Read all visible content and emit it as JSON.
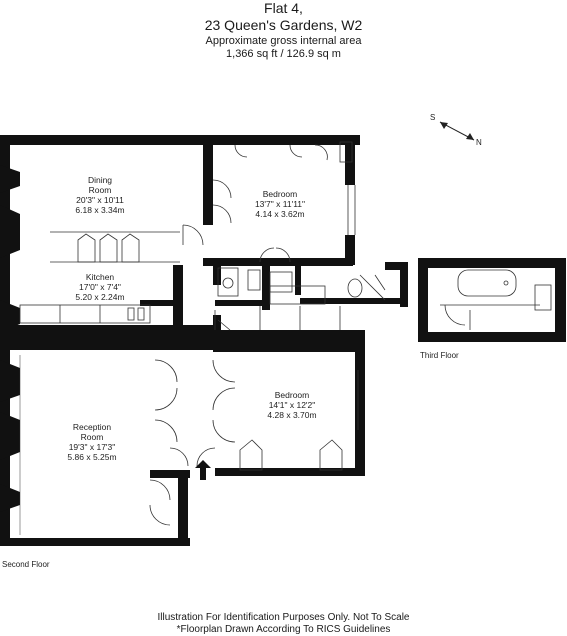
{
  "header": {
    "title": "Flat 4,",
    "address": "23 Queen's Gardens, W2",
    "area_label": "Approximate gross internal area",
    "area_value": "1,366 sq ft  /  126.9 sq m"
  },
  "rooms": {
    "dining": {
      "name_l1": "Dining",
      "name_l2": "Room",
      "dim_imp": "20'3\" x 10'11",
      "dim_met": "6.18 x 3.34m"
    },
    "bedroom1": {
      "name": "Bedroom",
      "dim_imp": "13'7\" x 11'11\"",
      "dim_met": "4.14 x 3.62m"
    },
    "kitchen": {
      "name": "Kitchen",
      "dim_imp": "17'0\" x 7'4\"",
      "dim_met": "5.20 x 2.24m"
    },
    "bedroom2": {
      "name": "Bedroom",
      "dim_imp": "14'1\" x 12'2\"",
      "dim_met": "4.28 x 3.70m"
    },
    "reception": {
      "name_l1": "Reception",
      "name_l2": "Room",
      "dim_imp": "19'3\" x 17'3\"",
      "dim_met": "5.86 x 5.25m"
    }
  },
  "compass": {
    "south": "S",
    "north": "N"
  },
  "floors": {
    "second": "Second Floor",
    "third": "Third Floor"
  },
  "footer": {
    "line1": "Illustration For Identification Purposes Only. Not To Scale",
    "line2": "*Floorplan Drawn According To RICS Guidelines"
  },
  "colors": {
    "wall": "#111111",
    "line": "#333333",
    "background": "#ffffff"
  }
}
